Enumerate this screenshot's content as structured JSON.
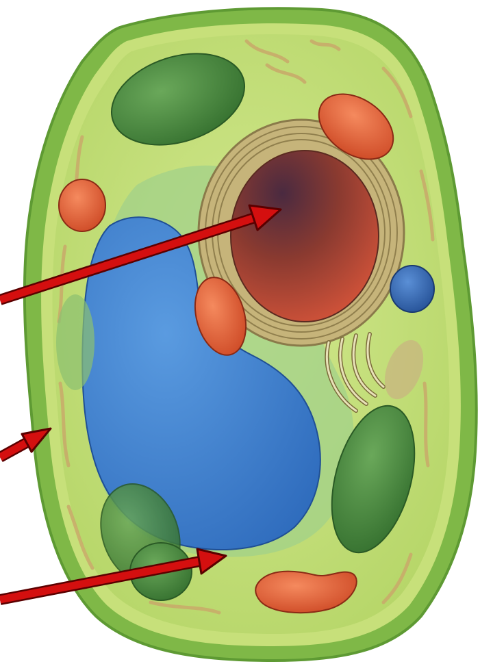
{
  "figure": {
    "subject": "plant-cell-diagram",
    "labels_present": false
  },
  "colors": {
    "background": "#ffffff",
    "cell_wall": "#7fb847",
    "cell_wall_dark": "#5e9a33",
    "membrane": "#c7e07a",
    "cytoplasm": "#b9d96a",
    "cytoplasm_light": "#d3e88f",
    "vacuole": "#2f73c4",
    "vacuole_light": "#5a9be0",
    "nucleus": "#b8482d",
    "nucleus_dark": "#4a2a40",
    "nuclear_envelope": "#8a7a4a",
    "chloroplast": "#3f7f35",
    "chloroplast_light": "#6aa85a",
    "mitochondrion": "#d9502e",
    "mitochondrion_light": "#f07a50",
    "golgi": "#c9c58a",
    "small_vesicle": "#2e5fa8",
    "arrow": "#d40f0f",
    "arrow_outline": "#5a0000"
  },
  "arrows": [
    {
      "id": "arrow-to-nucleus",
      "target": "nucleus"
    },
    {
      "id": "arrow-to-cell-wall",
      "target": "cell-wall"
    },
    {
      "id": "arrow-to-cytoplasm",
      "target": "cytoplasm"
    }
  ]
}
